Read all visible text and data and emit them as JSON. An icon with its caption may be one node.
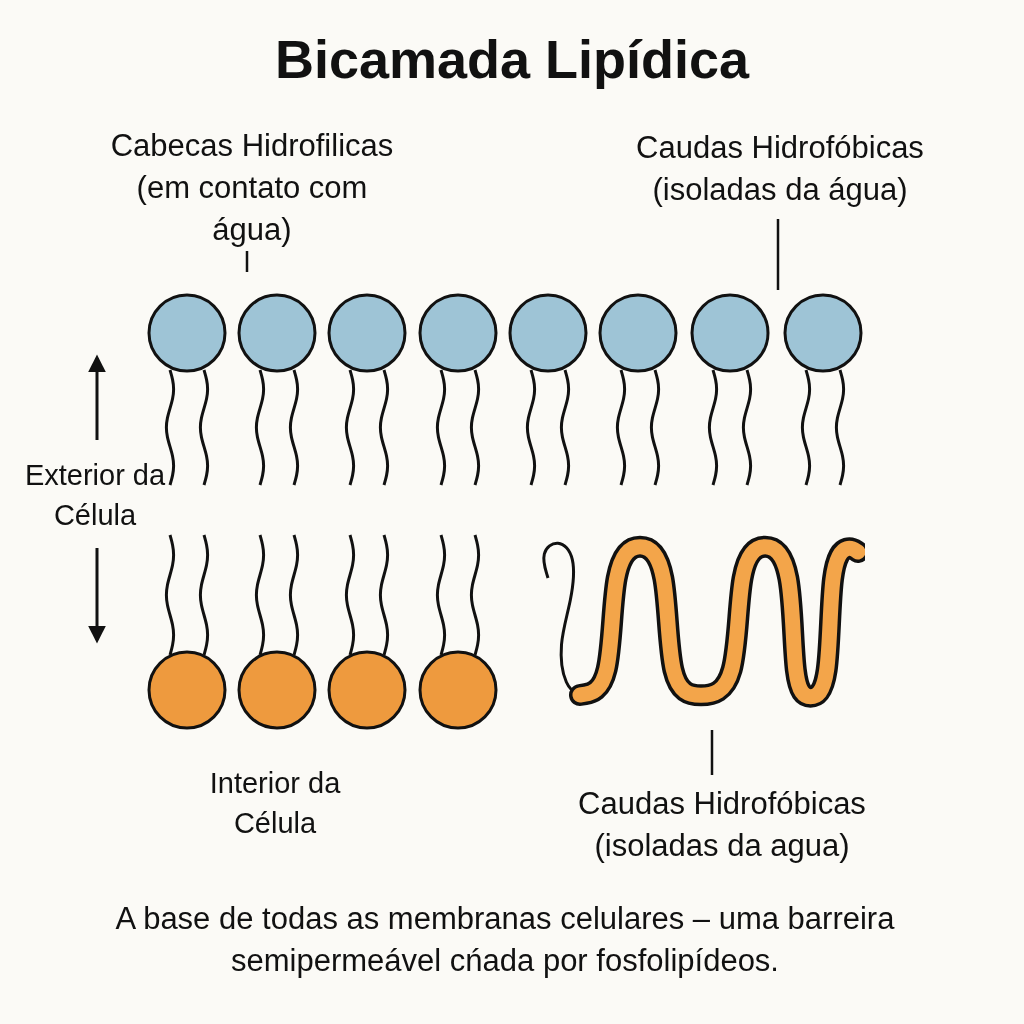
{
  "diagram": {
    "title": "Bicamada Lipídica",
    "caption": "A base de todas as membranas celulares – uma barreira semipermeável cńada por fosfolipídeos.",
    "nodes": [
      {
        "text": [
          "Cabecas Hidrofilicas (em contato com água)"
        ]
      },
      {
        "text": [
          "Caudas Hidrofóbicas (isoladas da água)"
        ]
      },
      {
        "text": [
          "Caudas Hidrofóbicas (isoladas da agua)"
        ]
      },
      {
        "text": [],
        "shape": "picture"
      }
    ],
    "edges": [
      {
        "from": 0,
        "to": null,
        "arrow": "none"
      },
      {
        "from": 1,
        "to": null,
        "arrow": "none"
      },
      {
        "from": 2,
        "to": 3,
        "arrow": "none"
      }
    ],
    "labels": [
      "Exterior da Célula",
      "Interior da Célula"
    ]
  }
}
